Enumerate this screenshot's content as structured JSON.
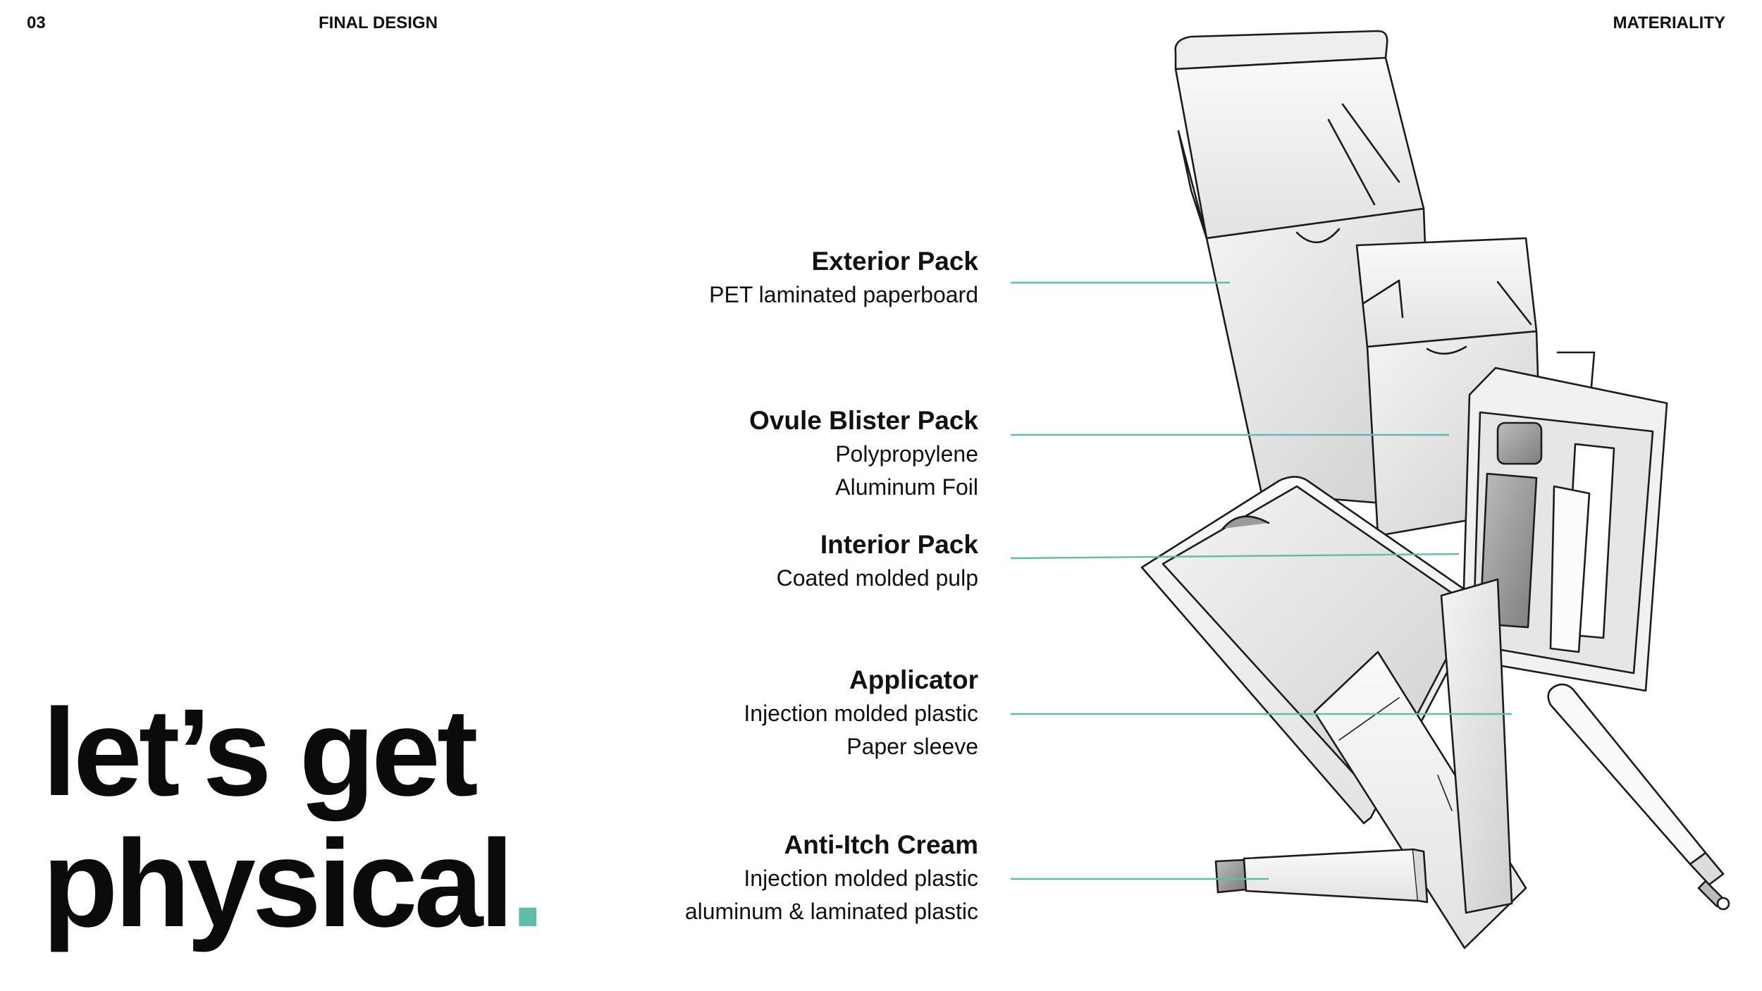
{
  "header": {
    "page_number": "03",
    "section_title": "FINAL DESIGN",
    "right_title": "MATERIALITY"
  },
  "hero": {
    "line1": "let’s get",
    "line2": "physical",
    "dot": "."
  },
  "accent_color": "#5fbea6",
  "callouts": [
    {
      "title": "Exterior Pack",
      "materials": [
        "PET laminated paperboard"
      ]
    },
    {
      "title": "Ovule Blister Pack",
      "materials": [
        "Polypropylene",
        "Aluminum Foil"
      ]
    },
    {
      "title": "Interior Pack",
      "materials": [
        "Coated molded pulp"
      ]
    },
    {
      "title": "Applicator",
      "materials": [
        "Injection molded plastic",
        "Paper sleeve"
      ]
    },
    {
      "title": "Anti-Itch Cream",
      "materials": [
        "Injection molded plastic",
        "aluminum & laminated plastic"
      ]
    }
  ],
  "illustration": {
    "name": "packaging-exploded-sketch",
    "parts": [
      "exterior-box",
      "ovule-blister-box",
      "blister-tray",
      "interior-tray",
      "paper-sleeve",
      "applicator",
      "cream-tube"
    ]
  }
}
